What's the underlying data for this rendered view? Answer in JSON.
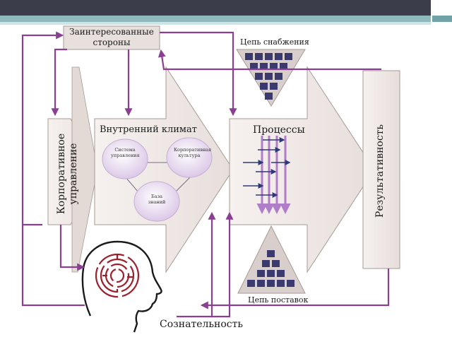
{
  "stakeholders": "Заинтересованные стороны",
  "supply_chain": "Цепь снабжения",
  "internal_climate": "Внутренний климат",
  "processes": "Процессы",
  "corporate_governance": "Корпоративное управление",
  "performance": "Результативность",
  "management_system": "Система управления",
  "corporate_culture": "Корпоративная культура",
  "knowledge_base": "База знаний",
  "delivery_chain": "Цепь поставок",
  "consciousness": "Сознательность",
  "colors": {
    "header_bar": "#3c3d4b",
    "header_stripe": "#8fb9bd",
    "block_fill": "#efe8e6",
    "block_stroke": "#a89a94",
    "connector": "#8b3f93",
    "node_fill": "#eadcf2",
    "square": "#3a3a6e"
  }
}
